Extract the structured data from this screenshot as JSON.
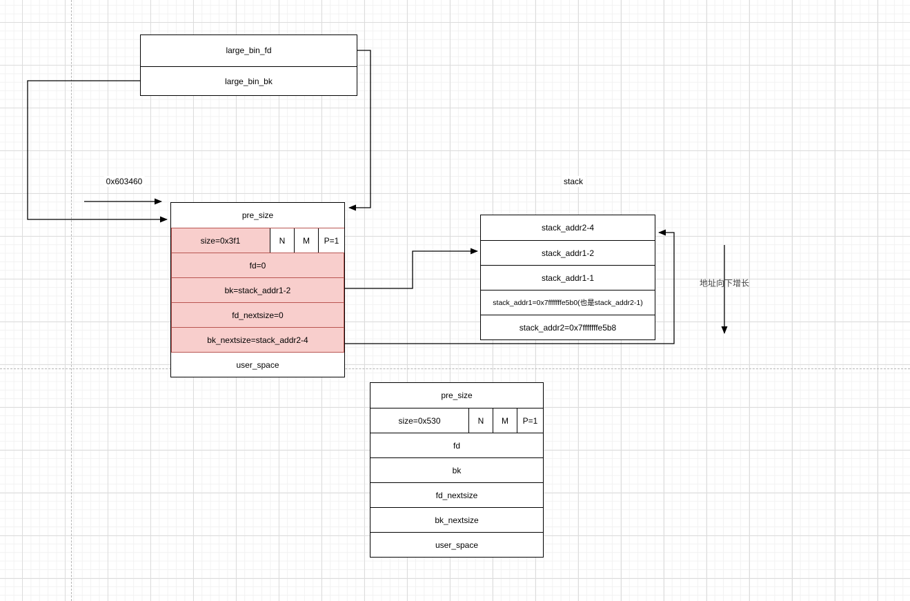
{
  "diagram": {
    "labels": {
      "chunk_address": "0x603460",
      "stack_title": "stack",
      "address_growth_note": "地址向下增长"
    },
    "large_bin": {
      "fd": "large_bin_fd",
      "bk": "large_bin_bk"
    },
    "freed_chunk": {
      "pre_size": "pre_size",
      "size": "size=0x3f1",
      "flag_n": "N",
      "flag_m": "M",
      "flag_p": "P=1",
      "fd": "fd=0",
      "bk": "bk=stack_addr1-2",
      "fd_nextsize": "fd_nextsize=0",
      "bk_nextsize": "bk_nextsize=stack_addr2-4",
      "user_space": "user_space"
    },
    "stack": {
      "row_1": "stack_addr2-4",
      "row_2": "stack_addr1-2",
      "row_3": "stack_addr1-1",
      "row_4": "stack_addr1=0x7fffffffe5b0(也是stack_addr2-1)",
      "row_5": "stack_addr2=0x7fffffffe5b8"
    },
    "next_chunk": {
      "pre_size": "pre_size",
      "size": "size=0x530",
      "flag_n": "N",
      "flag_m": "M",
      "flag_p": "P=1",
      "fd": "fd",
      "bk": "bk",
      "fd_nextsize": "fd_nextsize",
      "bk_nextsize": "bk_nextsize",
      "user_space": "user_space"
    },
    "colors": {
      "highlight_fill": "#f8cecc",
      "highlight_border": "#b85450",
      "shape_border": "#000000",
      "page_break": "#b4b4b4"
    }
  }
}
